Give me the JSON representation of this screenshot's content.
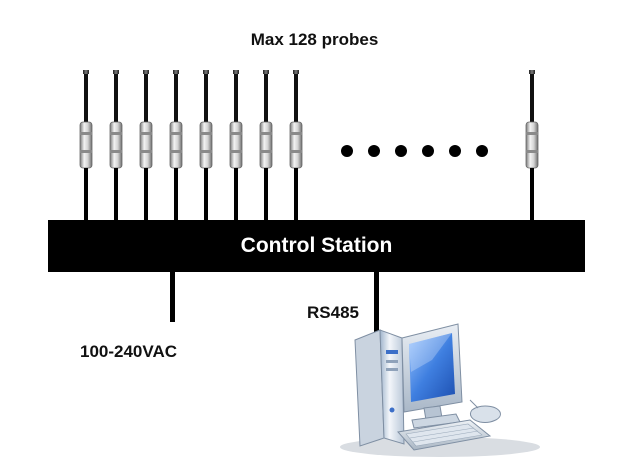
{
  "diagram": {
    "title": "Max 128 probes",
    "station_label": "Control Station",
    "power_label": "100-240VAC",
    "comm_label": "RS485",
    "visible_probe_count": 9,
    "ellipsis_dot_count": 6,
    "colors": {
      "station_bar": "#000000",
      "wire": "#000000",
      "probe_sleeve": "#c8c8c8",
      "computer_body": "#e6edf5",
      "monitor_screen": "#2f6fd6"
    },
    "icons": [
      "probe-icon",
      "ellipsis-dots-icon",
      "desktop-computer-icon"
    ]
  }
}
